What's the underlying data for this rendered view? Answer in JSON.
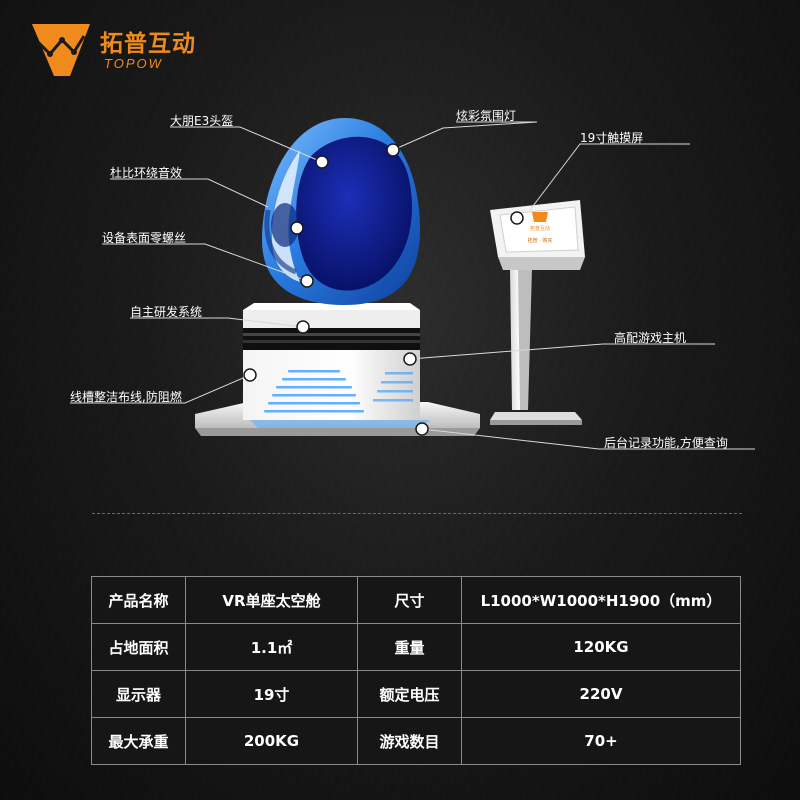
{
  "brand": {
    "name_cn": "拓普互动",
    "name_en": "TOPOW",
    "color": "#f08a1c"
  },
  "colors": {
    "egg_blue": "#2a7de1",
    "screen_blue": "#0b1a8c",
    "background": "#1a1a1a"
  },
  "callouts": [
    {
      "id": "helmet",
      "label": "大朋E3头盔"
    },
    {
      "id": "ambient-light",
      "label": "炫彩氛围灯"
    },
    {
      "id": "touchscreen",
      "label": "19寸触摸屏"
    },
    {
      "id": "surround-sound",
      "label": "杜比环绕音效"
    },
    {
      "id": "no-screws",
      "label": "设备表面零螺丝"
    },
    {
      "id": "self-developed",
      "label": "自主研发系统"
    },
    {
      "id": "game-host",
      "label": "高配游戏主机"
    },
    {
      "id": "wiring",
      "label": "线槽整洁布线,防阻燃"
    },
    {
      "id": "backend",
      "label": "后台记录功能,方便查询"
    }
  ],
  "kiosk_screen": {
    "logo_text": "拓普互动",
    "sub_text": "拓普  ·  购买"
  },
  "specs": [
    [
      "产品名称",
      "VR单座太空舱",
      "尺寸",
      "L1000*W1000*H1900（mm）"
    ],
    [
      "占地面积",
      "1.1㎡",
      "重量",
      "120KG"
    ],
    [
      "显示器",
      "19寸",
      "额定电压",
      "220V"
    ],
    [
      "最大承重",
      "200KG",
      "游戏数目",
      "70+"
    ]
  ]
}
